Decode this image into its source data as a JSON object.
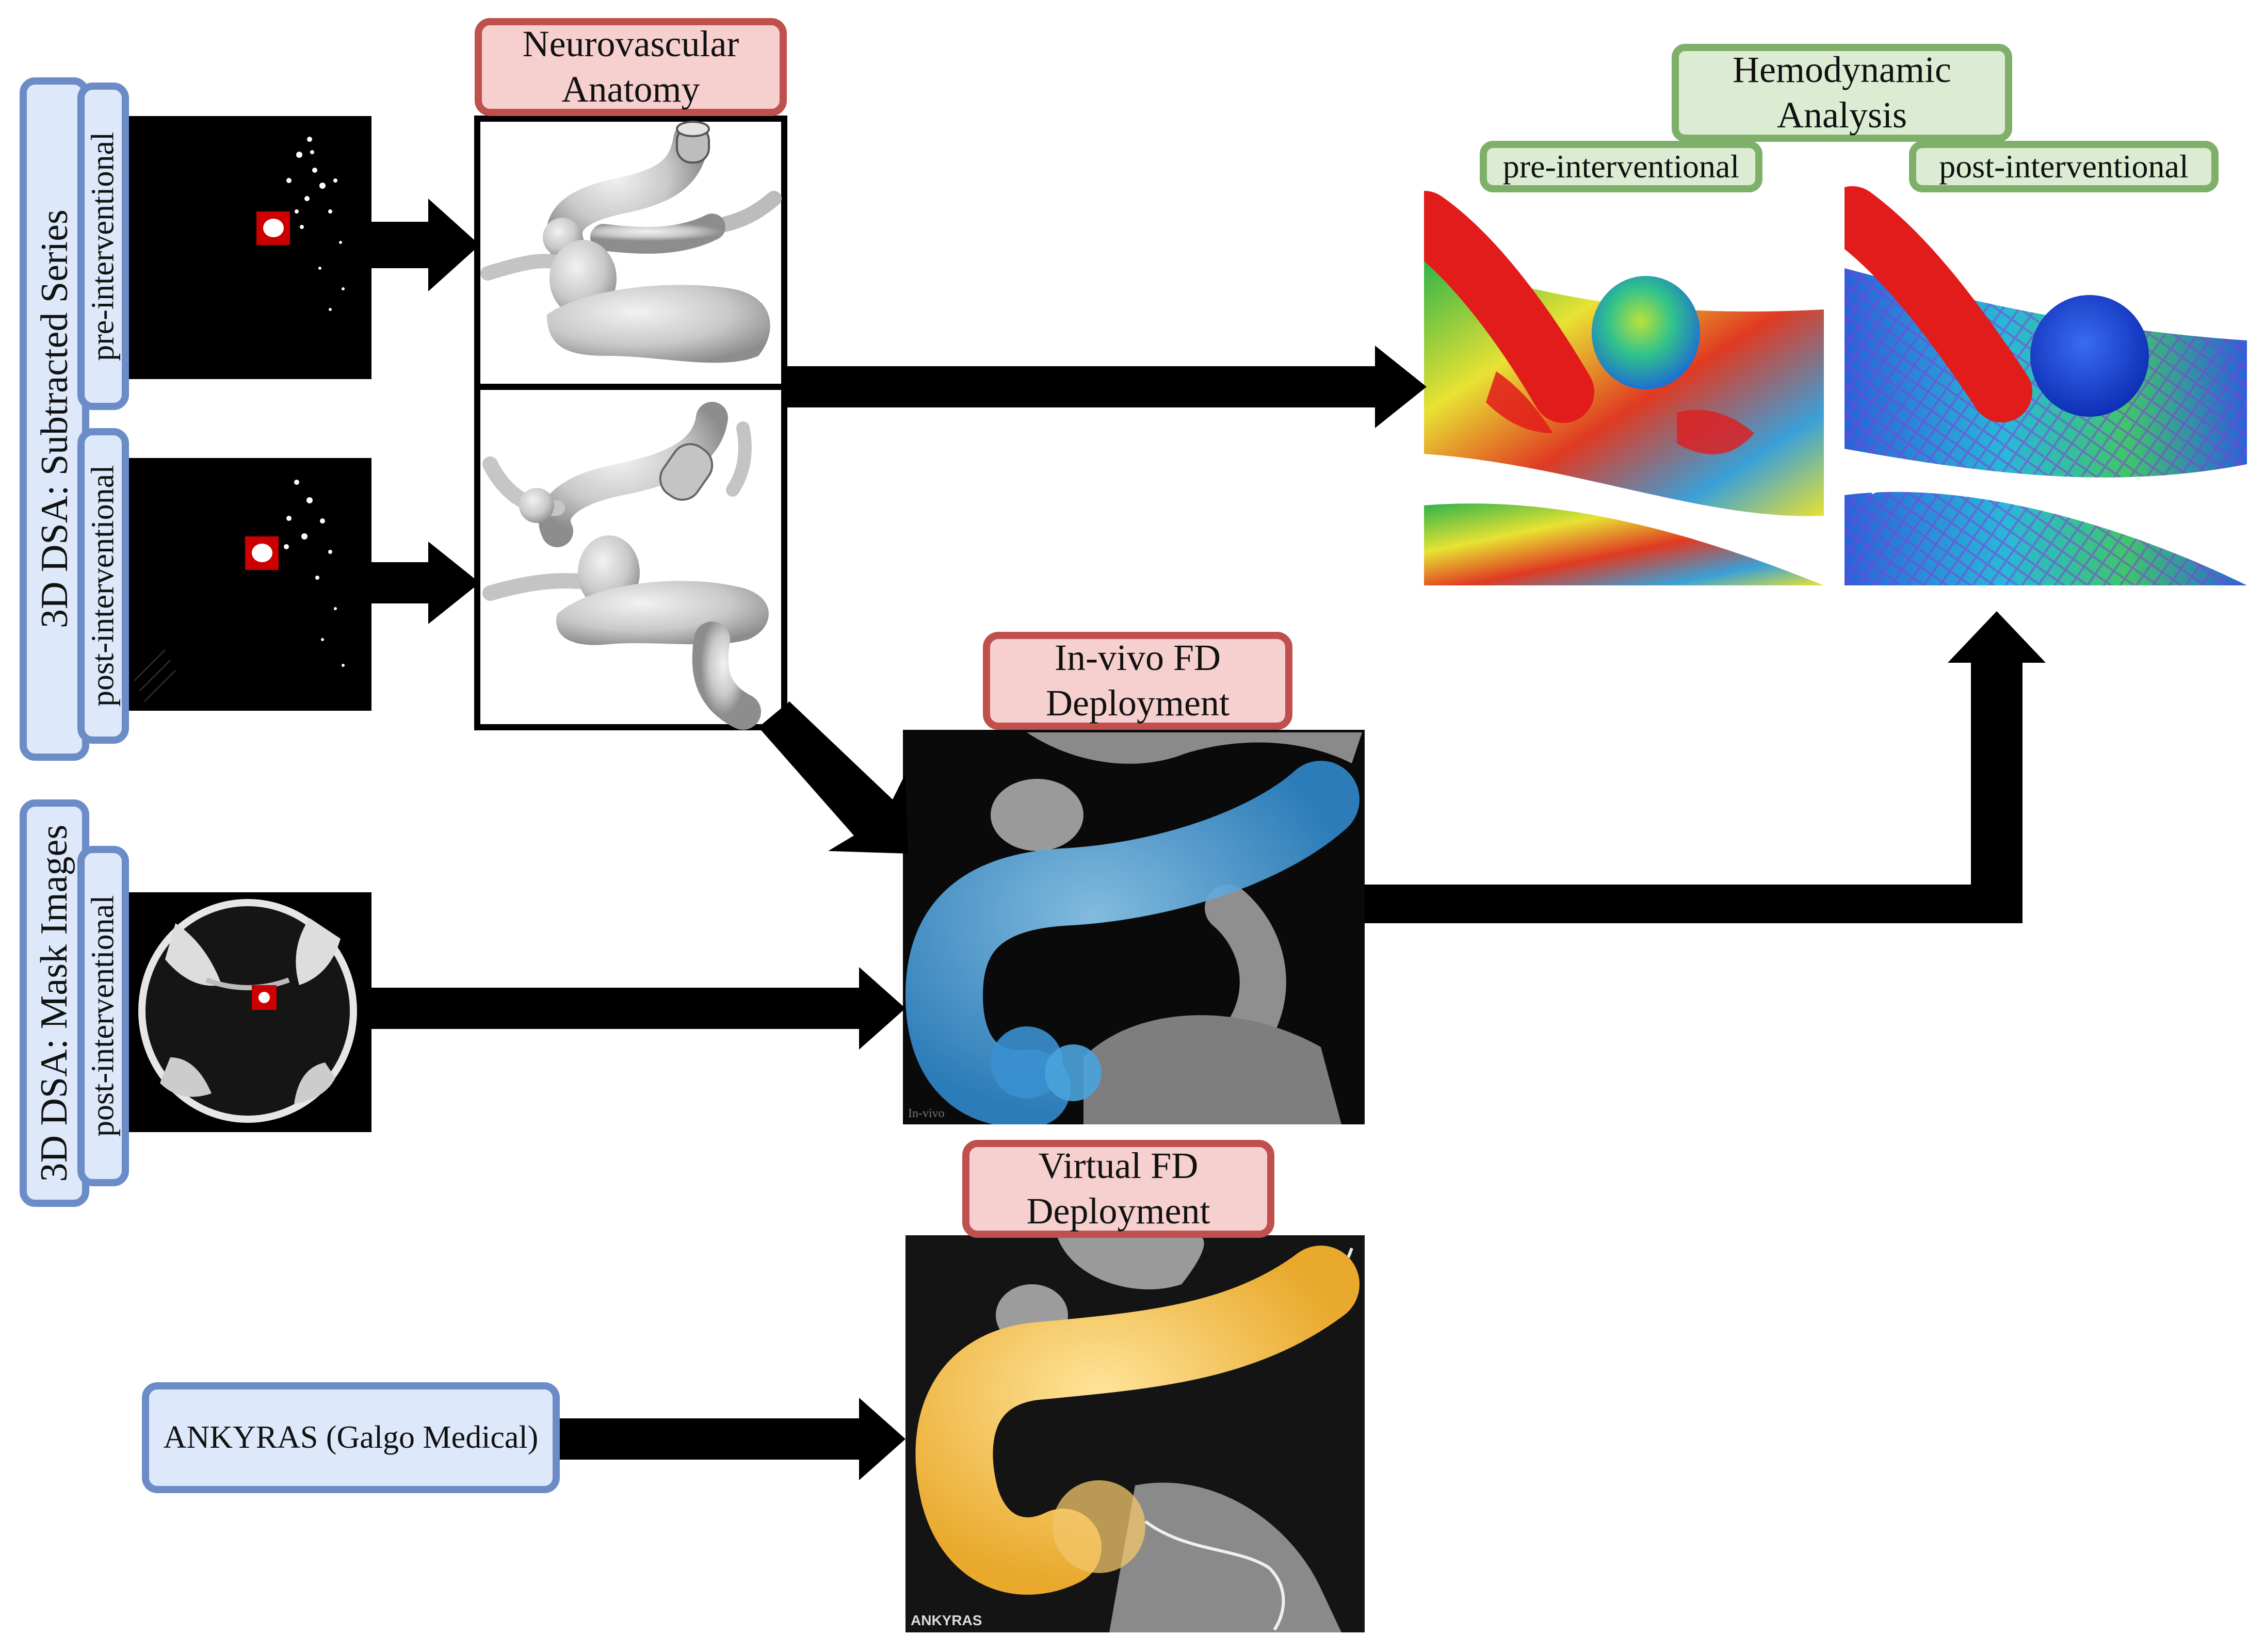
{
  "labels": {
    "subtracted_series": "3D DSA: Subtracted Series",
    "pre_interventional_1": "pre-interventional",
    "post_interventional_1": "post-interventional",
    "mask_images": "3D DSA: Mask Images",
    "post_interventional_2": "post-interventional",
    "neurovascular_anatomy": "Neurovascular Anatomy",
    "hemodynamic_analysis": "Hemodynamic Analysis",
    "hemo_pre": "pre-interventional",
    "hemo_post": "post-interventional",
    "invivo_fd": "In-vivo FD Deployment",
    "virtual_fd": "Virtual FD Deployment",
    "ankyras": "ANKYRAS (Galgo Medical)",
    "invivo_watermark": "In-vivo",
    "ankyras_watermark": "ANKYRAS"
  },
  "colors": {
    "blue_fill": "#dde9fa",
    "blue_border": "#6b8cc6",
    "red_fill": "#f6cfcf",
    "red_border": "#c0504d",
    "green_fill": "#dcecd3",
    "green_border": "#7fb06a",
    "arrow": "#000000",
    "roi_marker": "#cc0000",
    "vessel_gray": "#c8c8c8",
    "fd_blue": "#4aa3dc",
    "fd_yellow": "#f4c24a"
  }
}
